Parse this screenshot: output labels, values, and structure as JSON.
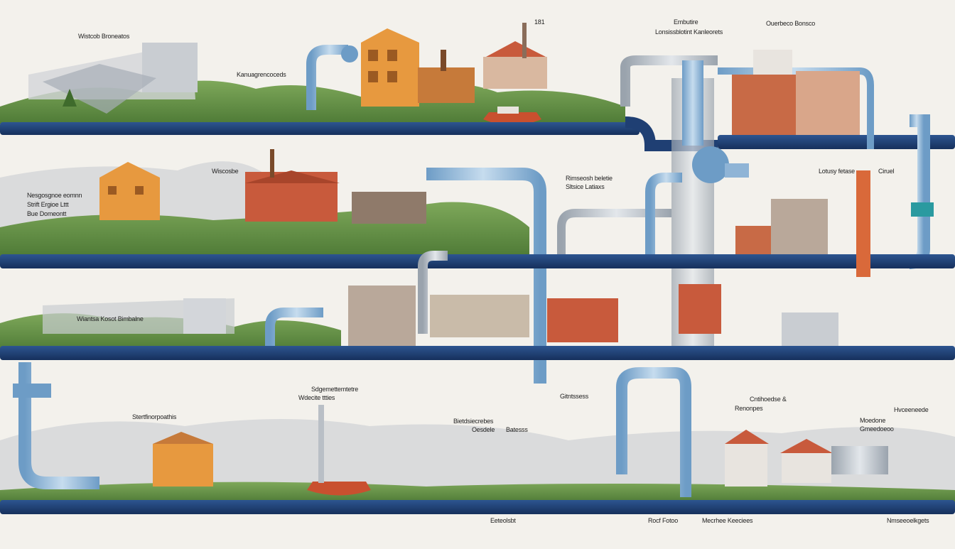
{
  "palette": {
    "background": "#f3f1ec",
    "hill_green": "#6e9a4c",
    "hill_dark": "#4f7a3a",
    "pipe_navy": "#1f3f73",
    "pipe_light_blue": "#8fb4d6",
    "pipe_grey": "#b9bfc6",
    "house_orange": "#e7993f",
    "house_red": "#c85a3c",
    "boat_red": "#c9502f"
  },
  "labels": {
    "top_left": "Wistcob Broneatos",
    "top_center_mark": "181",
    "top_right_1": "Embutire",
    "top_right_1b": "Lonsissblotint Kanleorets",
    "top_right_2": "Ouerbeco Bonsco",
    "row1_hills": "Kanuagrencoceds",
    "row2_left_a": "Nesgosgnoe eomnn",
    "row2_left_b": "Strift Ergioe Lttt",
    "row2_left_c": "Bue Domeontt",
    "row2_sign": "Wiscosbe",
    "row2_center_a": "Rimseosh beletie",
    "row2_center_b": "Sltsice Latiaxs",
    "row2_right_a": "Lotusy fetase",
    "row2_right_b": "Ciruel",
    "row3_left": "Wiantsa Kosot Bimbalne",
    "row4_a": "Stertfinorpoathis",
    "row4_b_1": "Sdgemettemtetre",
    "row4_b_2": "Wdecite ttties",
    "row4_c_1": "Bietdsiecrebes",
    "row4_c_2": "Oesdele",
    "row4_c_3": "Batesss",
    "row4_d": "Gitntssess",
    "row4_e_1": "Cntihoedse &",
    "row4_e_2": "Renonpes",
    "row4_f_1": "Moedone",
    "row4_f_2": "Gmeedoeoo",
    "row4_g": "Hvceeneede",
    "bottom_1": "Eeteolsbt",
    "bottom_2": "Rocf Fotoo",
    "bottom_3": "Mecrhee Keeciees",
    "bottom_4": "Nmseeoelkgets"
  },
  "icons": [
    "house-icon",
    "factory-icon",
    "boat-icon",
    "pipe-icon",
    "chimney-icon"
  ]
}
